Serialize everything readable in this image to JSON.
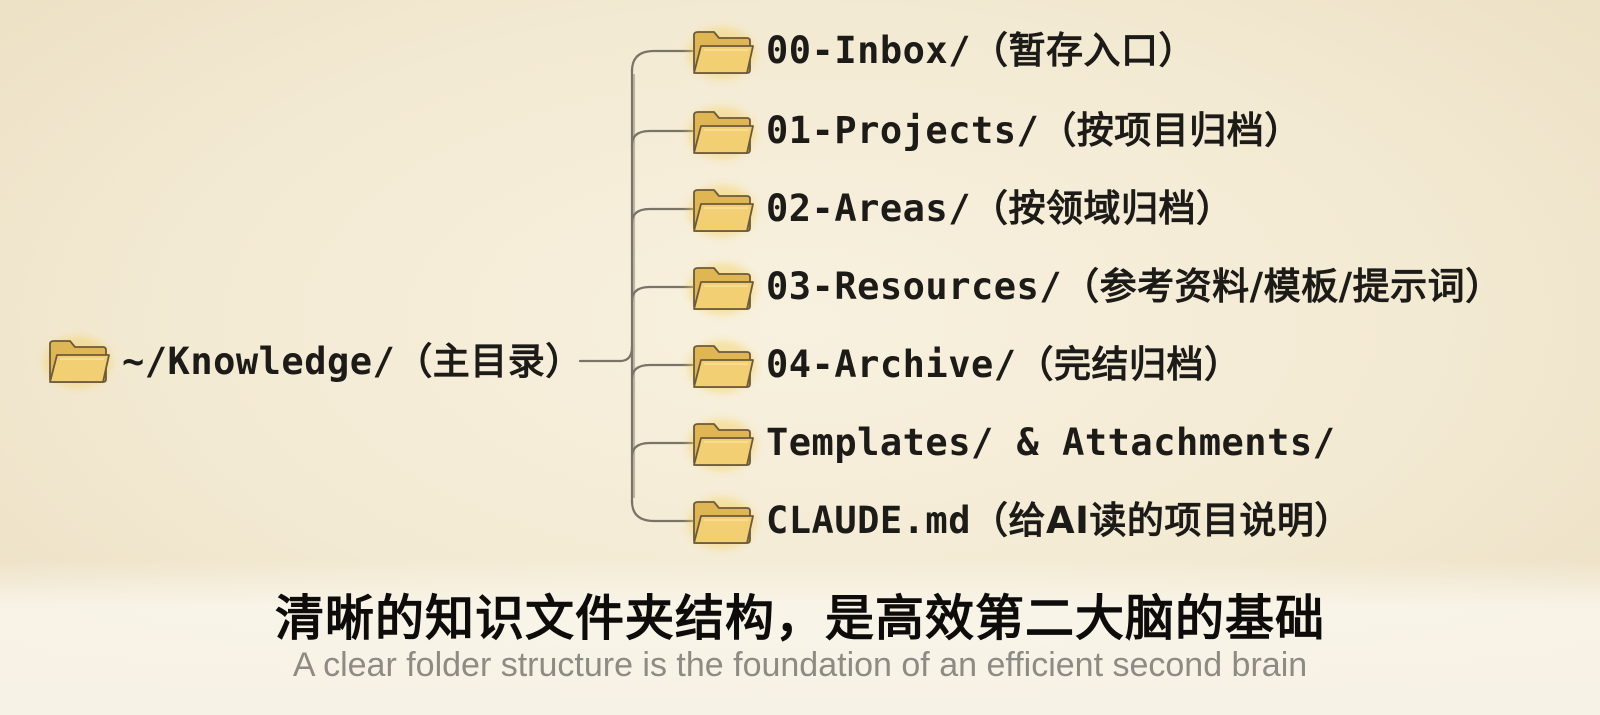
{
  "root": {
    "path": "~/Knowledge/",
    "note": "（主目录）",
    "icon": "folder-icon"
  },
  "children": [
    {
      "path": "00-Inbox/",
      "note": "（暂存入口）",
      "icon": "folder-icon"
    },
    {
      "path": "01-Projects/",
      "note": "（按项目归档）",
      "icon": "folder-icon"
    },
    {
      "path": "02-Areas/",
      "note": "（按领域归档）",
      "icon": "folder-icon"
    },
    {
      "path": "03-Resources/",
      "note": "（参考资料/模板/提示词）",
      "icon": "folder-icon"
    },
    {
      "path": "04-Archive/",
      "note": "（完结归档）",
      "icon": "folder-icon"
    },
    {
      "path": "Templates/ & Attachments/",
      "note": "",
      "icon": "folder-icon"
    },
    {
      "path": "CLAUDE.md",
      "note": "（给AI读的项目说明）",
      "icon": "folder-icon"
    }
  ],
  "caption": {
    "zh": "清晰的知识文件夹结构，是高效第二大脑的基础",
    "en": "A clear folder structure is the foundation of an efficient second brain"
  },
  "colors": {
    "background": "#f4ecd8",
    "folder_fill": "#f2cf72",
    "folder_outline": "#6b5a3c",
    "folder_glow": "#f5cf5a",
    "branch_line": "#7a7468",
    "caption_en": "#8e8a84"
  }
}
